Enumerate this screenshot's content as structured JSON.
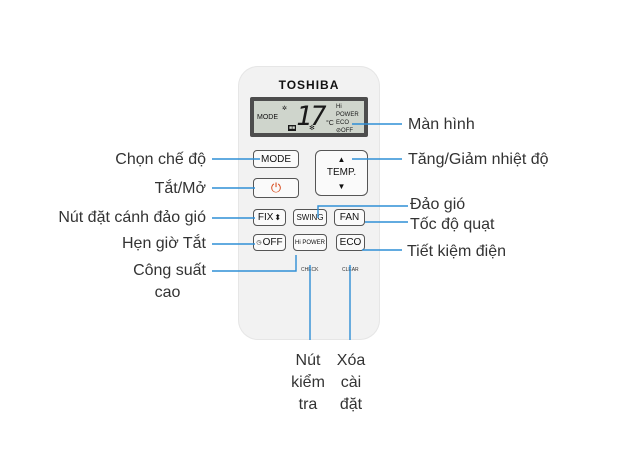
{
  "remote": {
    "brand": "TOSHIBA",
    "display": {
      "mode": "MODE",
      "temperature": "17",
      "unit": "°C",
      "side_lines": [
        "Hi POWER",
        "ECO",
        "⊘OFF"
      ]
    },
    "buttons": {
      "mode": "MODE",
      "power": "⏻",
      "temp": "TEMP.",
      "fix": "FIX",
      "swing": "SWING",
      "fan": "FAN",
      "off_timer": "OFF",
      "hi_power": "Hi POWER",
      "eco": "ECO"
    },
    "under_labels": {
      "check": "CHECK",
      "clear": "CLEAR"
    }
  },
  "callouts": {
    "screen": "Màn hình",
    "mode": "Chọn chế độ",
    "temp": "Tăng/Giảm nhiệt độ",
    "power": "Tắt/Mở",
    "swing": "Đảo gió",
    "fix": "Nút đặt cánh đảo gió",
    "fan": "Tốc độ quạt",
    "timer": "Hẹn giờ Tắt",
    "eco": "Tiết kiệm điện",
    "hi_power_1": "Công suất",
    "hi_power_2": "cao",
    "check_1": "Nút",
    "check_2": "kiểm",
    "check_3": "tra",
    "clear_1": "Xóa",
    "clear_2": "cài",
    "clear_3": "đặt"
  },
  "colors": {
    "line": "#2f8fd6",
    "power_icon": "#d84a1b"
  }
}
